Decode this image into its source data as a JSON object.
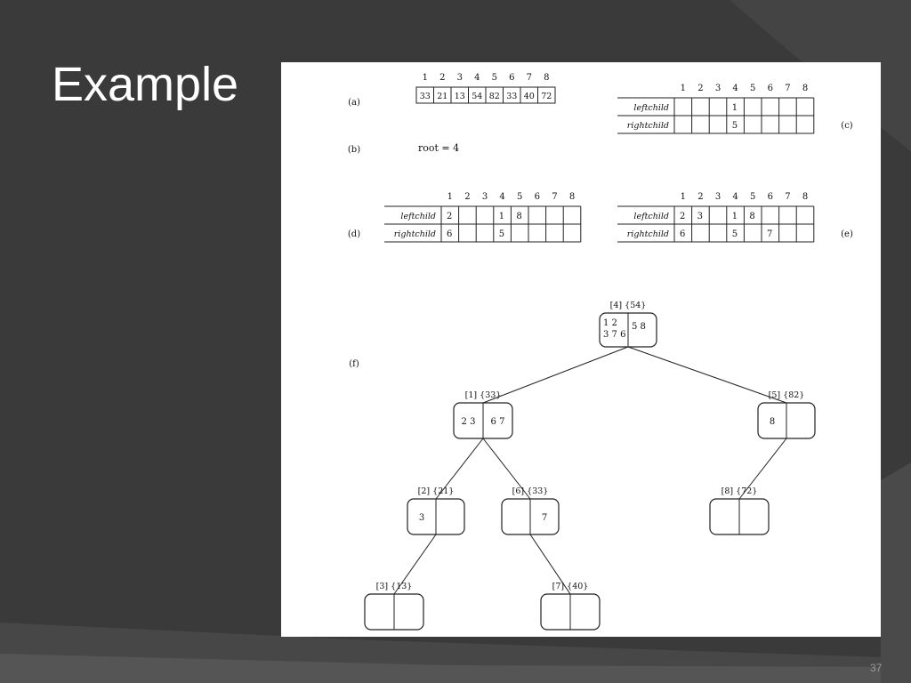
{
  "slide": {
    "title": "Example",
    "page_number": "37"
  },
  "panels": {
    "a": {
      "label": "(a)",
      "indices": [
        "1",
        "2",
        "3",
        "4",
        "5",
        "6",
        "7",
        "8"
      ],
      "values": [
        "33",
        "21",
        "13",
        "54",
        "82",
        "33",
        "40",
        "72"
      ]
    },
    "b": {
      "label": "(b)",
      "text": "root = 4"
    },
    "c": {
      "label": "(c)",
      "indices": [
        "1",
        "2",
        "3",
        "4",
        "5",
        "6",
        "7",
        "8"
      ],
      "row_labels": [
        "leftchild",
        "rightchild"
      ],
      "leftchild": [
        "",
        "",
        "",
        "1",
        "",
        "",
        "",
        ""
      ],
      "rightchild": [
        "",
        "",
        "",
        "5",
        "",
        "",
        "",
        ""
      ]
    },
    "d": {
      "label": "(d)",
      "indices": [
        "1",
        "2",
        "3",
        "4",
        "5",
        "6",
        "7",
        "8"
      ],
      "row_labels": [
        "leftchild",
        "rightchild"
      ],
      "leftchild": [
        "2",
        "",
        "",
        "1",
        "8",
        "",
        "",
        ""
      ],
      "rightchild": [
        "6",
        "",
        "",
        "5",
        "",
        "",
        "",
        ""
      ]
    },
    "e": {
      "label": "(e)",
      "indices": [
        "1",
        "2",
        "3",
        "4",
        "5",
        "6",
        "7",
        "8"
      ],
      "row_labels": [
        "leftchild",
        "rightchild"
      ],
      "leftchild": [
        "2",
        "3",
        "",
        "1",
        "8",
        "",
        "",
        ""
      ],
      "rightchild": [
        "6",
        "",
        "",
        "5",
        "",
        "7",
        "",
        ""
      ]
    },
    "f": {
      "label": "(f)",
      "nodes": [
        {
          "id": "n4",
          "label": "[4] {54}",
          "left_top": "1  2",
          "left_bottom": "3 7 6",
          "right": "5  8"
        },
        {
          "id": "n1",
          "label": "[1] {33}",
          "left": "2 3",
          "right": "6 7"
        },
        {
          "id": "n5",
          "label": "[5] {82}",
          "left": "8",
          "right": ""
        },
        {
          "id": "n2",
          "label": "[2] {21}",
          "left": "3",
          "right": ""
        },
        {
          "id": "n6",
          "label": "[6] {33}",
          "left": "",
          "right": "7"
        },
        {
          "id": "n8",
          "label": "[8] {72}",
          "left": "",
          "right": ""
        },
        {
          "id": "n3",
          "label": "[3] {13}",
          "left": "",
          "right": ""
        },
        {
          "id": "n7",
          "label": "[7] {40}",
          "left": "",
          "right": ""
        }
      ],
      "edges": [
        [
          "n4",
          "n1"
        ],
        [
          "n4",
          "n5"
        ],
        [
          "n1",
          "n2"
        ],
        [
          "n1",
          "n6"
        ],
        [
          "n5",
          "n8"
        ],
        [
          "n2",
          "n3"
        ],
        [
          "n6",
          "n7"
        ]
      ]
    }
  }
}
